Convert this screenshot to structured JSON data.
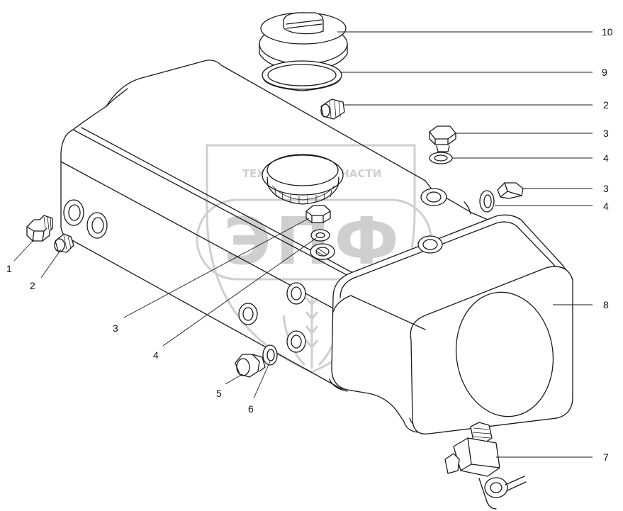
{
  "watermark": {
    "top_text": "ТЕХНИКА И ЗАПЧАСТИ",
    "big_letters": "ЭПФ",
    "color": "#cfcfcf"
  },
  "callouts": {
    "c10": "10",
    "c9": "9",
    "c2_top": "2",
    "c3_top": "3",
    "c4_top": "4",
    "c3_mid": "3",
    "c4_mid": "4",
    "c8": "8",
    "c7": "7",
    "c1": "1",
    "c2_left": "2",
    "c3_low": "3",
    "c4_low": "4",
    "c5": "5",
    "c6": "6"
  },
  "line_color": "#1a1a1a"
}
